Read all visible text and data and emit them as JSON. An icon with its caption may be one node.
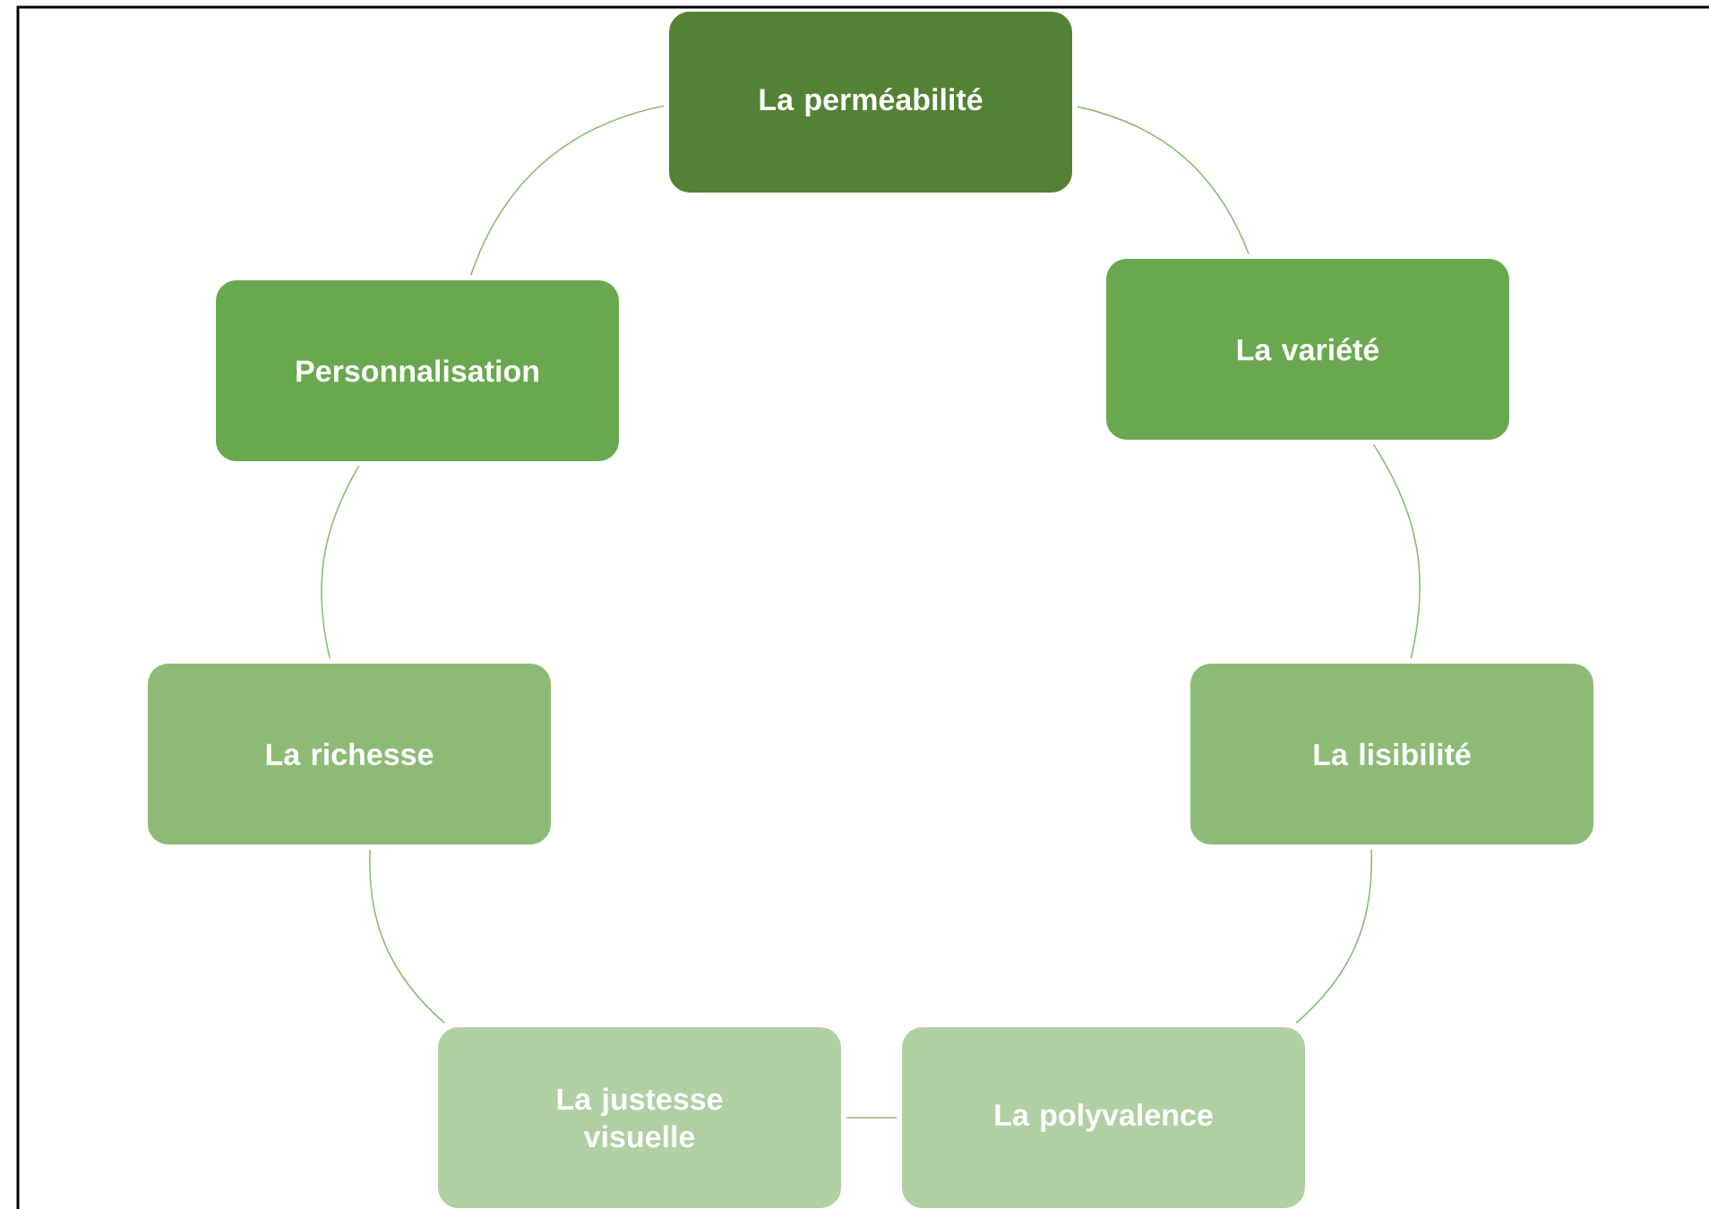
{
  "diagram": {
    "nodes": [
      {
        "text": [
          "La perméabilité"
        ]
      },
      {
        "text": [
          "La variété"
        ]
      },
      {
        "text": [
          "La lisibilité"
        ]
      },
      {
        "text": [
          "La polyvalence"
        ]
      },
      {
        "text": [
          "La justesse visuelle"
        ]
      },
      {
        "text": [
          "La richesse"
        ]
      },
      {
        "text": [
          "Personnalisation"
        ]
      }
    ],
    "edges": [
      {
        "from": 0,
        "to": 1,
        "arrow": "none"
      },
      {
        "from": 1,
        "to": 2,
        "arrow": "none"
      },
      {
        "from": 2,
        "to": 3,
        "arrow": "none"
      },
      {
        "from": 3,
        "to": 4,
        "arrow": "none"
      },
      {
        "from": 4,
        "to": 5,
        "arrow": "none"
      },
      {
        "from": 5,
        "to": 6,
        "arrow": "none"
      },
      {
        "from": 6,
        "to": 0,
        "arrow": "none"
      }
    ]
  }
}
